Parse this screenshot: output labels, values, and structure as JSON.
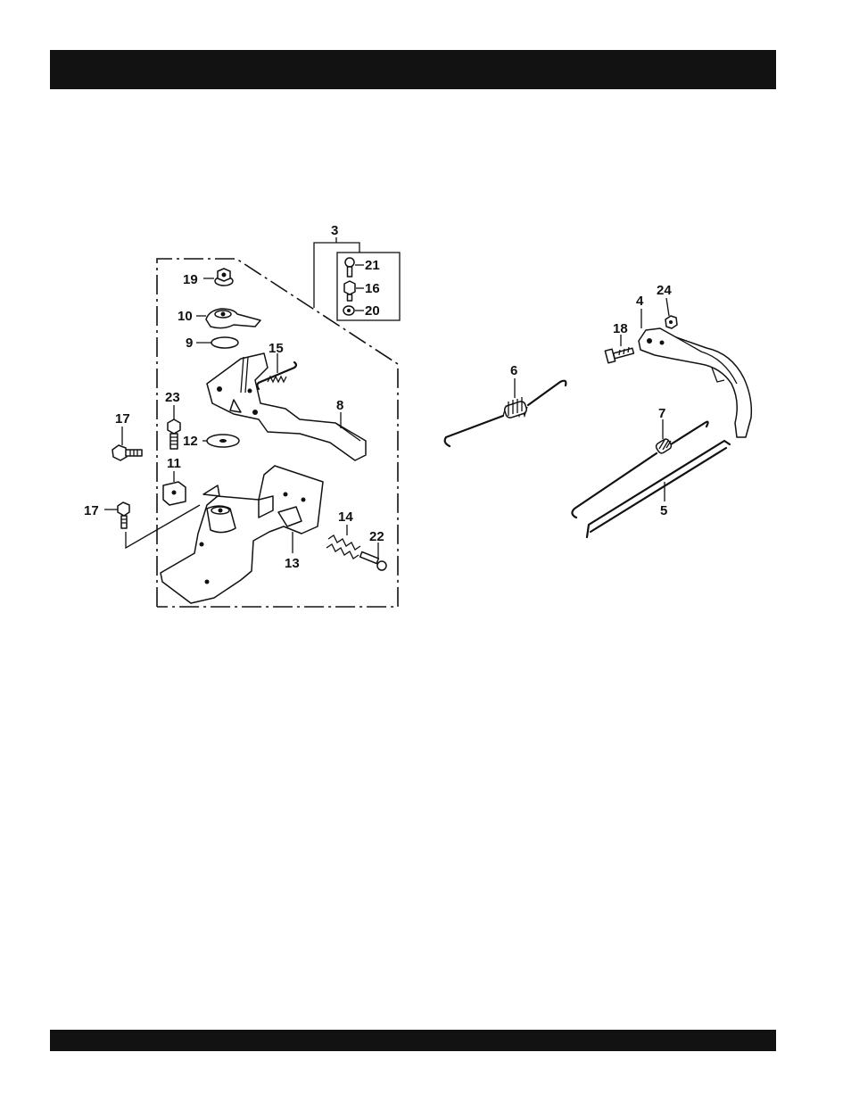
{
  "part_labels": {
    "p3": "3",
    "p21": "21",
    "p16": "16",
    "p20": "20",
    "p19": "19",
    "p10": "10",
    "p9": "9",
    "p15": "15",
    "p23": "23",
    "p17a": "17",
    "p12": "12",
    "p8": "8",
    "p11": "11",
    "p17b": "17",
    "p14": "14",
    "p22": "22",
    "p13": "13",
    "p6": "6",
    "p4": "4",
    "p24": "24",
    "p18": "18",
    "p7": "7",
    "p5": "5"
  }
}
